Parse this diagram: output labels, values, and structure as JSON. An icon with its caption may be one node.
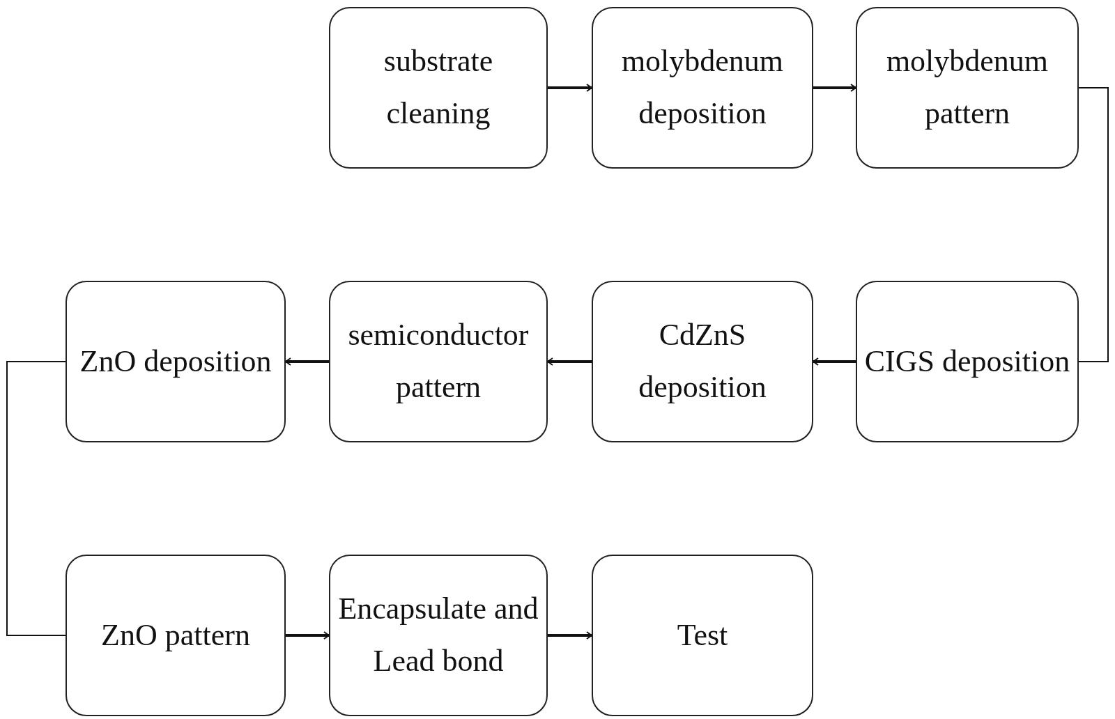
{
  "diagram": {
    "nodes": [
      {
        "text": [
          "substrate cleaning"
        ]
      },
      {
        "text": [
          "molybdenum deposition"
        ]
      },
      {
        "text": [
          "molybdenum pattern"
        ]
      },
      {
        "text": [
          "ZnO deposition"
        ]
      },
      {
        "text": [
          "semiconductor pattern"
        ]
      },
      {
        "text": [
          "CdZnS deposition"
        ]
      },
      {
        "text": [
          "CIGS deposition"
        ]
      },
      {
        "text": [
          "ZnO pattern"
        ]
      },
      {
        "text": [
          "Encapsulate and Lead bond"
        ]
      },
      {
        "text": [
          "Test"
        ]
      }
    ],
    "edges": [
      {
        "from": 0,
        "to": 1,
        "arrow": "to"
      },
      {
        "from": 1,
        "to": 2,
        "arrow": "to"
      },
      {
        "from": 2,
        "to": 6,
        "arrow": "none"
      },
      {
        "from": 6,
        "to": 5,
        "arrow": "to"
      },
      {
        "from": 5,
        "to": 4,
        "arrow": "to"
      },
      {
        "from": 4,
        "to": 3,
        "arrow": "to"
      },
      {
        "from": 3,
        "to": 7,
        "arrow": "none"
      },
      {
        "from": 7,
        "to": 8,
        "arrow": "to"
      },
      {
        "from": 8,
        "to": 9,
        "arrow": "to"
      }
    ]
  }
}
